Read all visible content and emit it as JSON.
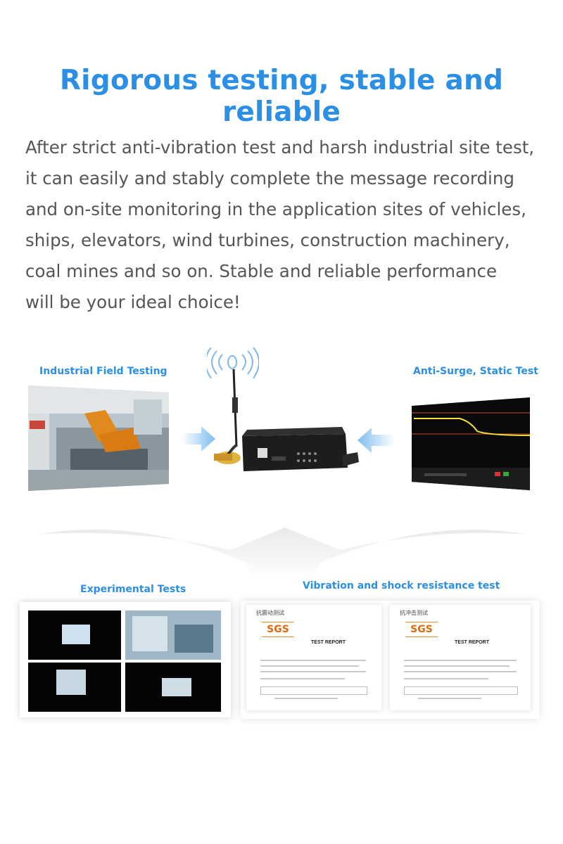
{
  "heading": "Rigorous testing, stable and reliable",
  "description_lines": [
    "After strict anti-vibration test and harsh industrial site test,",
    "it can easily and stably complete the message recording",
    "and on-site monitoring in the application sites of vehicles,",
    "ships, elevators, wind turbines, construction machinery,",
    "coal mines and so on. Stable and reliable performance",
    "will be your ideal choice!"
  ],
  "labels": {
    "industrial": "Industrial Field Testing",
    "surge": "Anti-Surge, Static Test",
    "experimental": "Experimental Tests",
    "vibration": "Vibration and shock resistance test"
  },
  "reports": [
    {
      "header": "抗震动测试",
      "logo": "SGS",
      "title": "TEST REPORT"
    },
    {
      "header": "抗冲击测试",
      "logo": "SGS",
      "title": "TEST REPORT"
    }
  ],
  "colors": {
    "accent": "#2c8fe6",
    "text": "#555555",
    "arrow": "#8fc7f2"
  }
}
